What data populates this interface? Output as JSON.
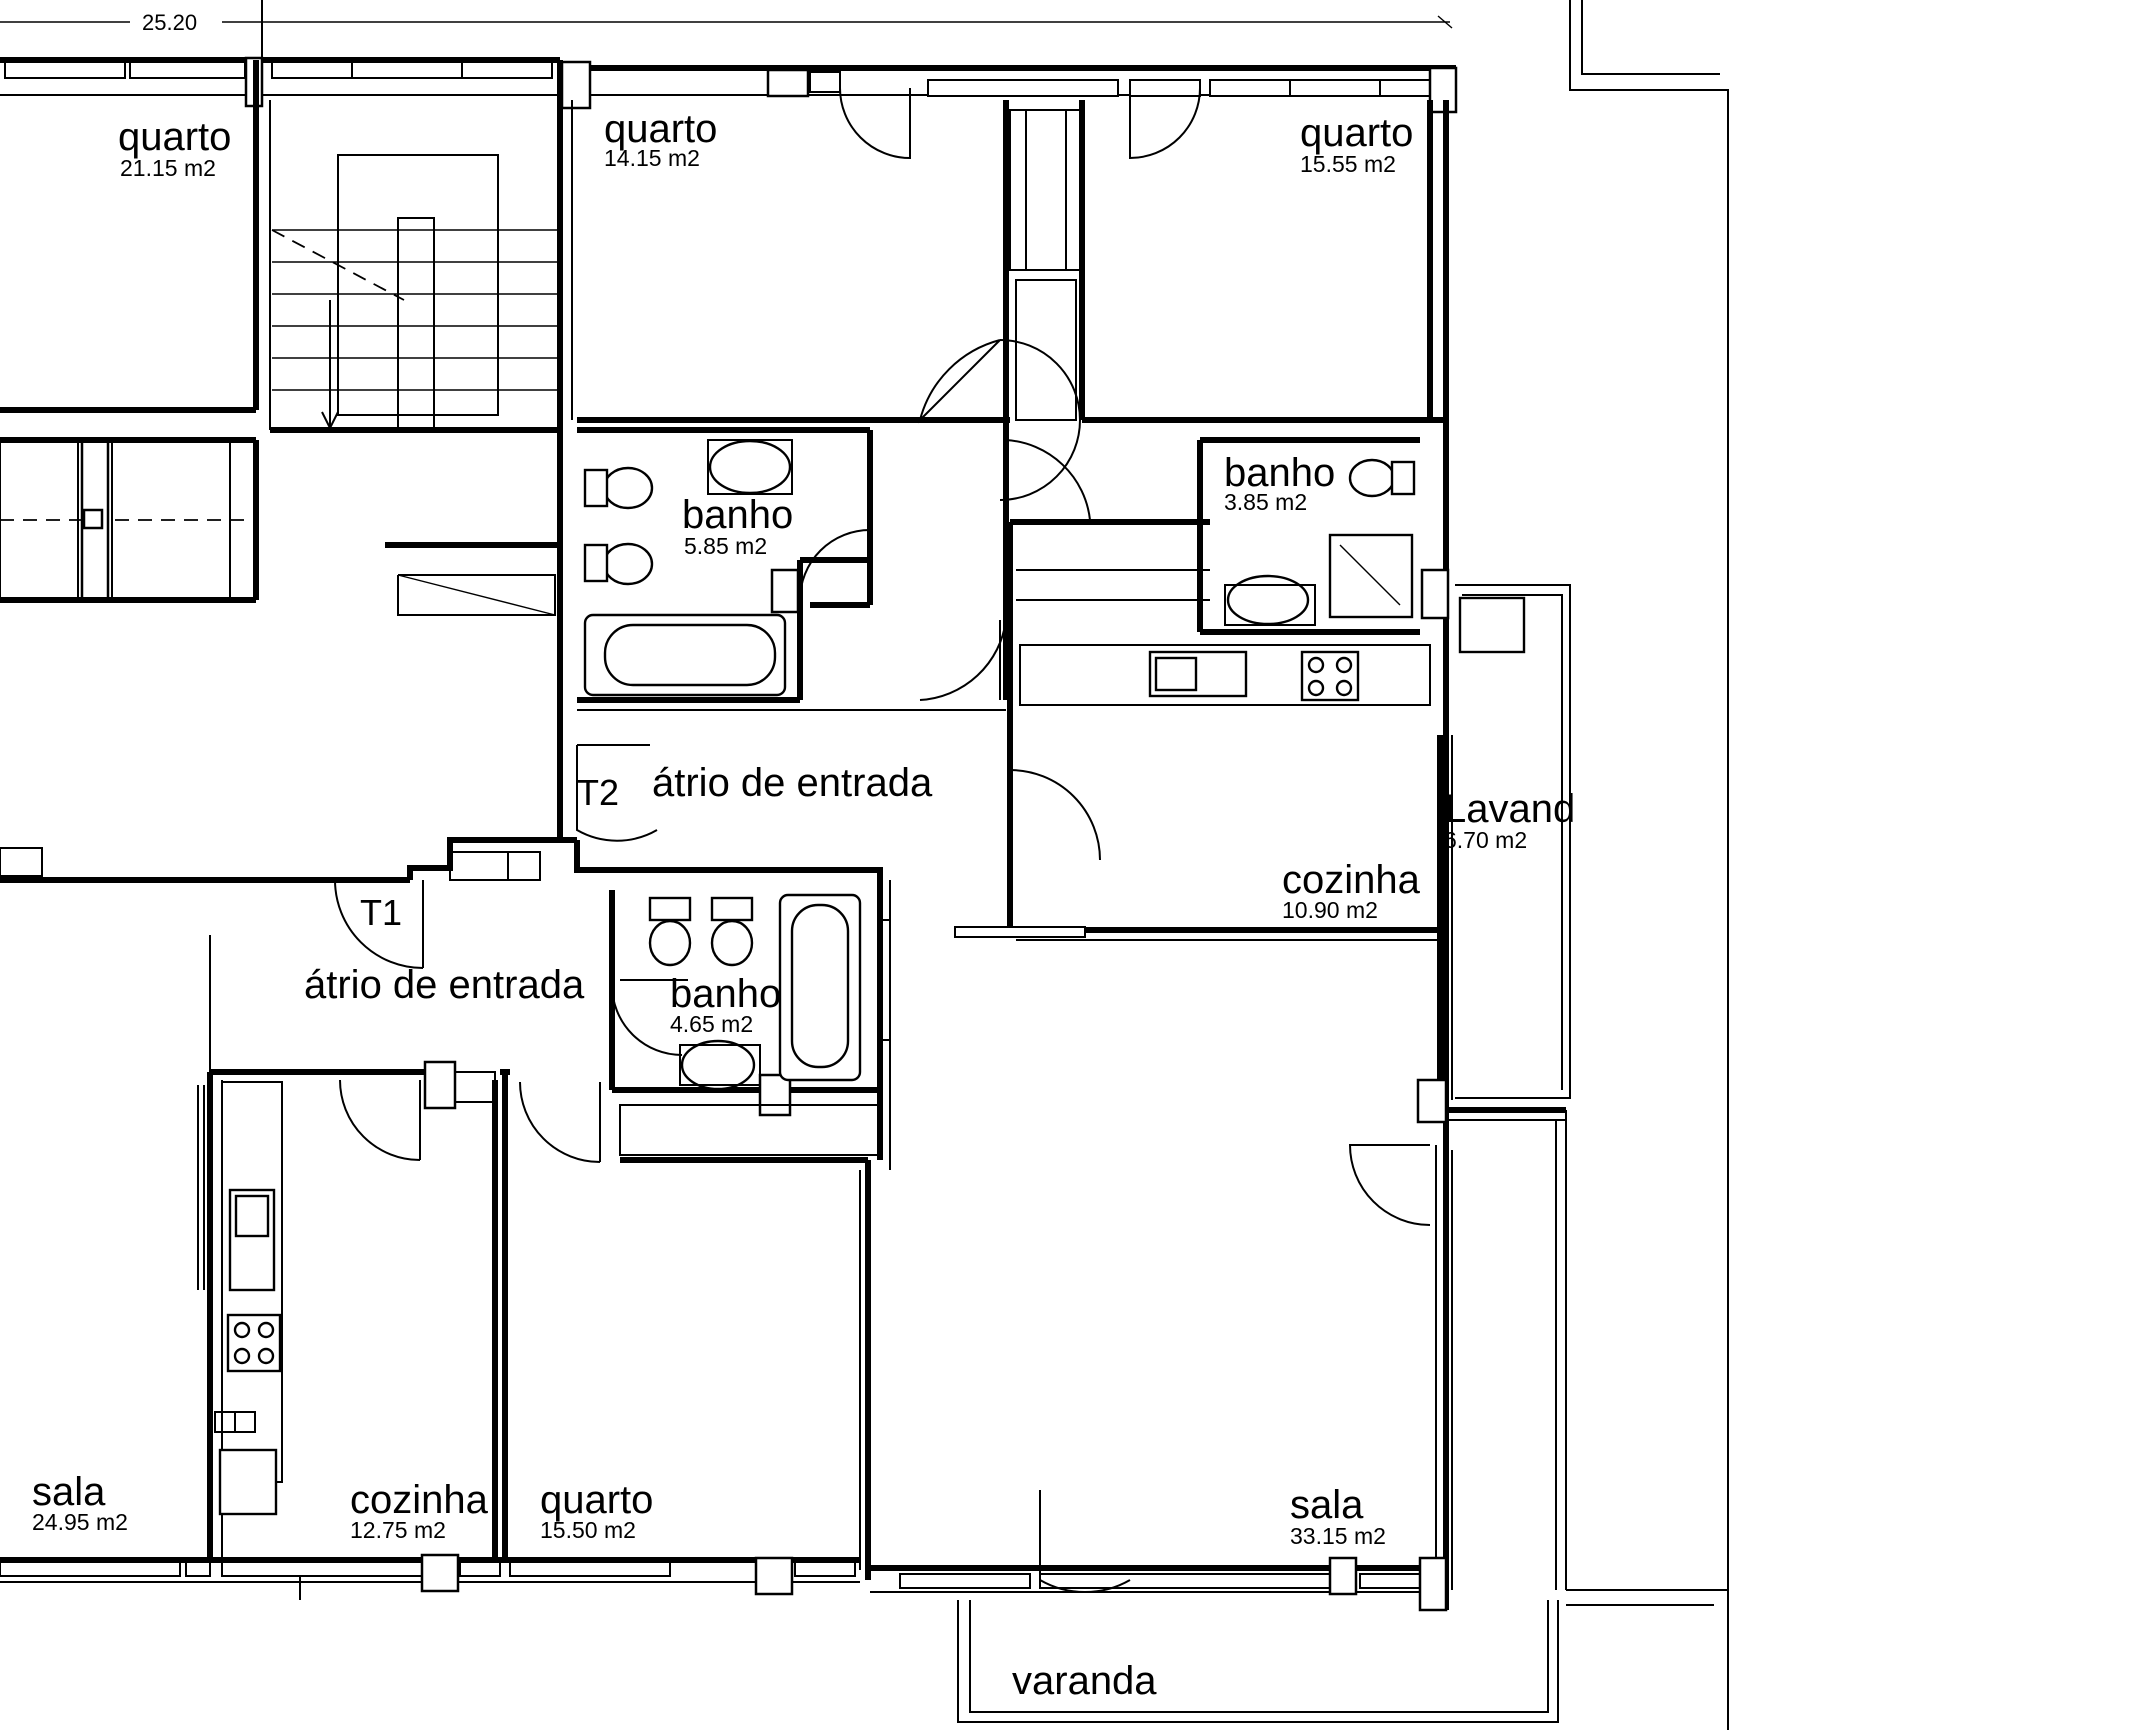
{
  "dimensions": {
    "overall_width": "25.20"
  },
  "rooms": [
    {
      "id": "quarto-a",
      "name": "quarto",
      "area": "21.15 m2"
    },
    {
      "id": "quarto-b",
      "name": "quarto",
      "area": "14.15 m2"
    },
    {
      "id": "quarto-c",
      "name": "quarto",
      "area": "15.55 m2"
    },
    {
      "id": "banho-a",
      "name": "banho",
      "area": "5.85 m2"
    },
    {
      "id": "banho-b",
      "name": "banho",
      "area": "3.85 m2"
    },
    {
      "id": "atrio-t2",
      "name": "átrio de entrada",
      "area": ""
    },
    {
      "id": "lavand",
      "name": "Lavand",
      "area": "6.70 m2"
    },
    {
      "id": "cozinha-a",
      "name": "cozinha",
      "area": "10.90 m2"
    },
    {
      "id": "atrio-t1",
      "name": "átrio de entrada",
      "area": ""
    },
    {
      "id": "banho-c",
      "name": "banho",
      "area": "4.65 m2"
    },
    {
      "id": "sala-a",
      "name": "sala",
      "area": "24.95 m2"
    },
    {
      "id": "cozinha-b",
      "name": "cozinha",
      "area": "12.75 m2"
    },
    {
      "id": "quarto-d",
      "name": "quarto",
      "area": "15.50 m2"
    },
    {
      "id": "sala-b",
      "name": "sala",
      "area": "33.15 m2"
    },
    {
      "id": "varanda",
      "name": "varanda",
      "area": ""
    }
  ],
  "units": [
    {
      "id": "t1",
      "label": "T1"
    },
    {
      "id": "t2",
      "label": "T2"
    }
  ]
}
